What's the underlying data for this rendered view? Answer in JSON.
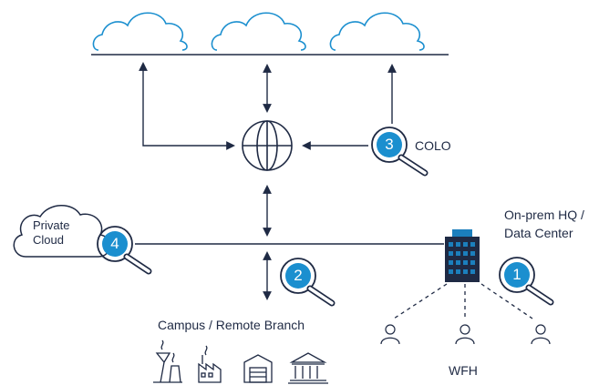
{
  "labels": {
    "private_cloud": "Private\nCloud",
    "colo": "COLO",
    "onprem": "On-prem HQ /\nData Center",
    "campus": "Campus / Remote Branch",
    "wfh": "WFH"
  },
  "badges": [
    "1",
    "2",
    "3",
    "4"
  ],
  "icons": {
    "public_clouds": [
      "cloud-icon",
      "cloud-icon",
      "cloud-icon"
    ],
    "internet": "globe-icon",
    "hq": "building-icon",
    "users": [
      "user-icon",
      "user-icon",
      "user-icon"
    ],
    "campus": [
      "power-plant-icon",
      "factory-icon",
      "warehouse-icon",
      "bank-icon"
    ],
    "probe": "magnifier-icon"
  },
  "colors": {
    "line": "#1f2a44",
    "badge": "#1b8fcf",
    "building": "#1b7fbd"
  }
}
